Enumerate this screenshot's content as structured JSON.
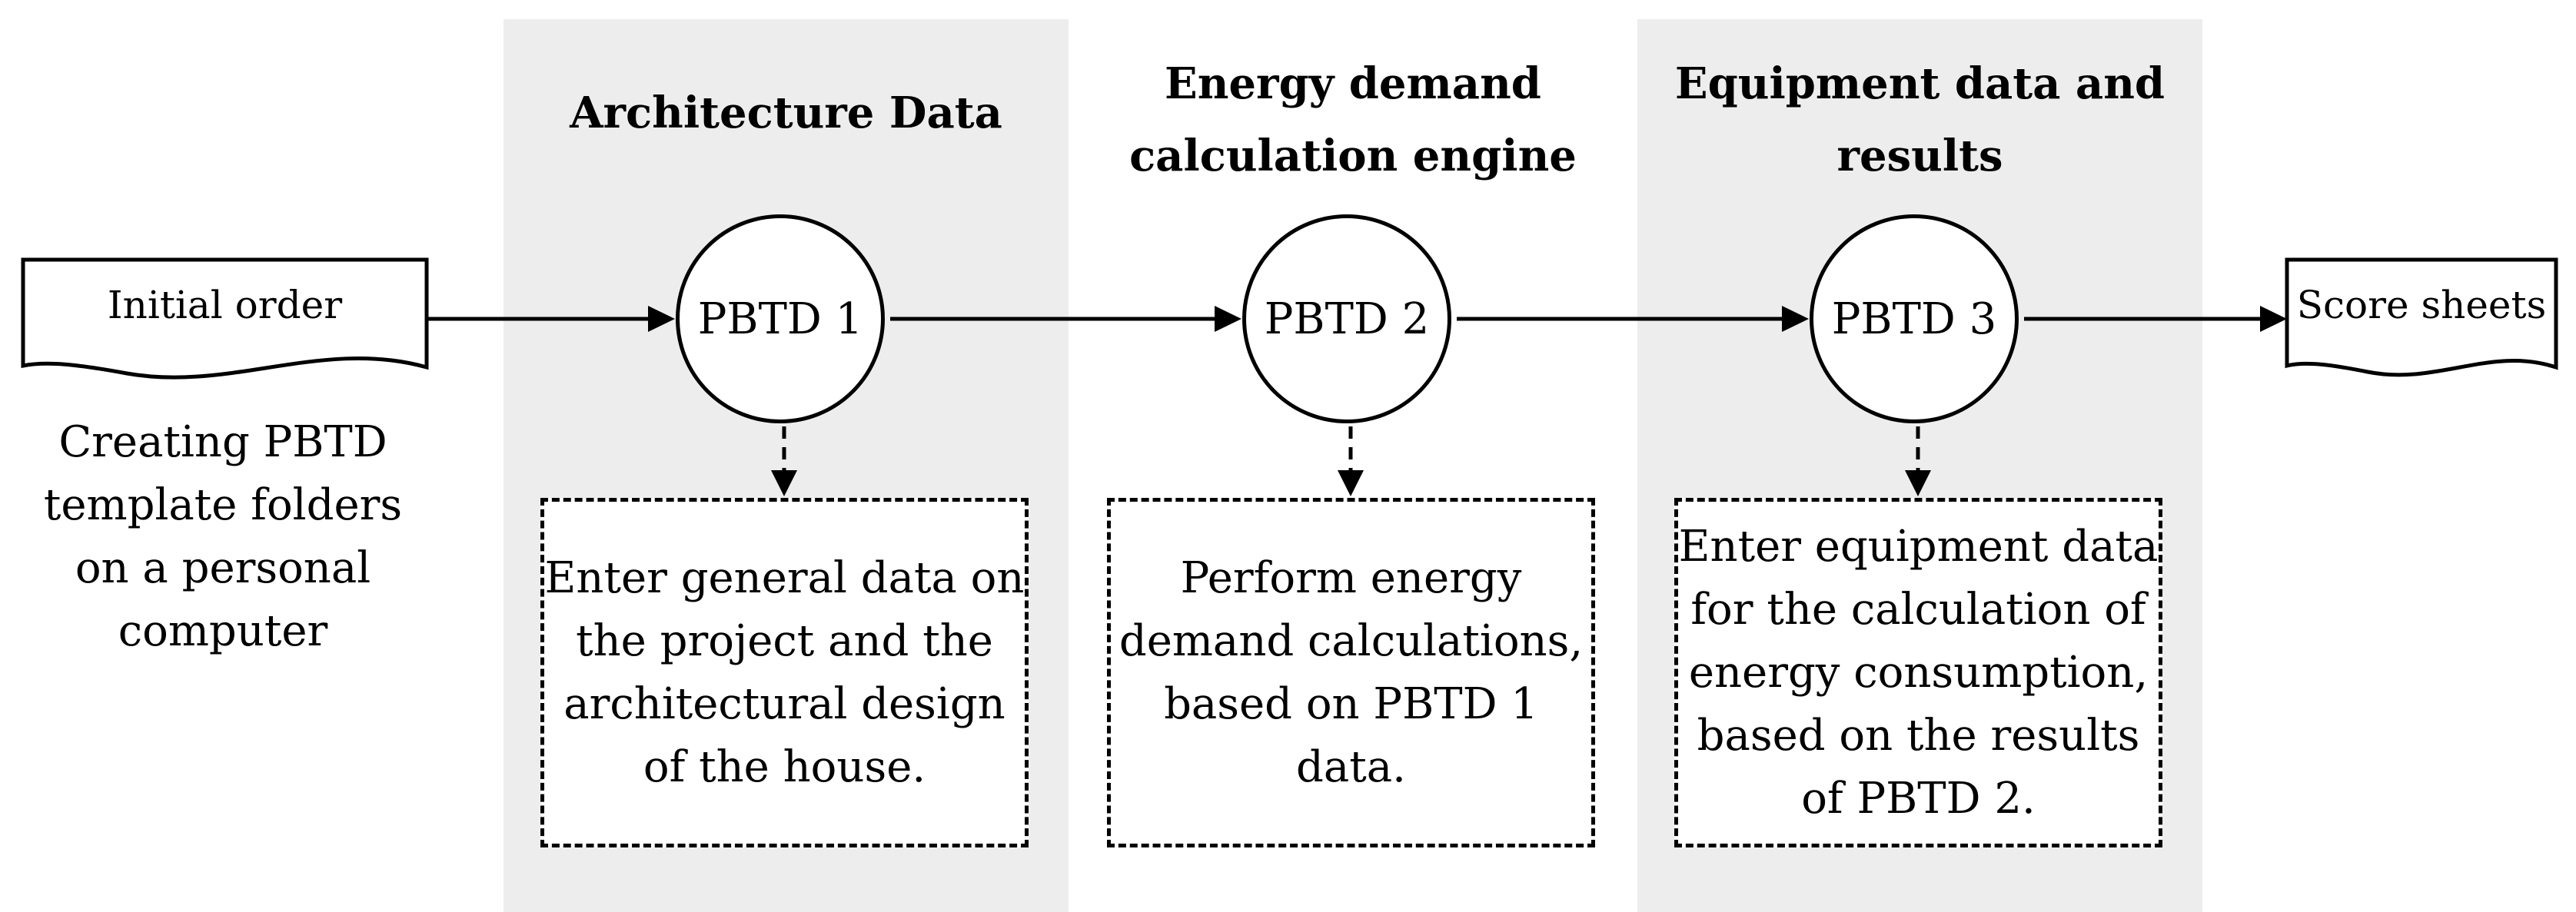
{
  "stages": [
    {
      "title_lines": [
        "Architecture Data"
      ],
      "node": "PBTD 1",
      "description_lines": [
        "Enter general data on",
        "the project and the",
        "architectural design",
        "of the house."
      ]
    },
    {
      "title_lines": [
        "Energy demand",
        "calculation engine"
      ],
      "node": "PBTD 2",
      "description_lines": [
        "Perform energy",
        "demand calculations,",
        "based on PBTD 1",
        "data."
      ]
    },
    {
      "title_lines": [
        "Equipment data and",
        "results"
      ],
      "node": "PBTD 3",
      "description_lines": [
        "Enter equipment data",
        "for the calculation of",
        "energy consumption,",
        "based on the results",
        "of PBTD 2."
      ]
    }
  ],
  "start": {
    "document_label": "Initial order",
    "note_lines": [
      "Creating PBTD",
      "template folders",
      "on a personal",
      "computer"
    ]
  },
  "end": {
    "document_label": "Score sheets"
  },
  "colors": {
    "panel": "#ededed",
    "stroke": "#000000"
  }
}
